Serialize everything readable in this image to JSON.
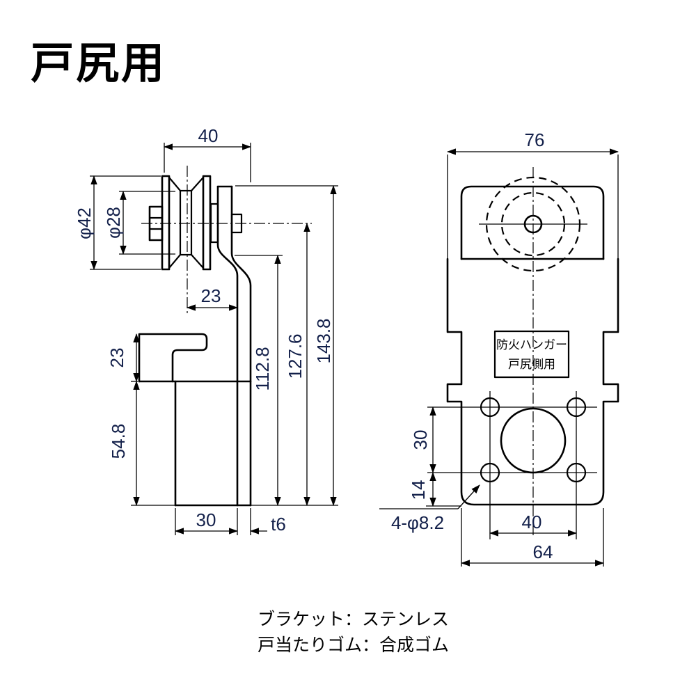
{
  "title": "戸尻用",
  "colors": {
    "line": "#000000",
    "dim_text": "#13204a",
    "background": "#ffffff"
  },
  "side_view": {
    "dims": {
      "top_width": "40",
      "roller_diameter": "φ42",
      "groove_diameter": "φ28",
      "center_to_plate": "23",
      "stop_upper_height": "23",
      "stop_lower_height": "54.8",
      "stop_depth": "30",
      "plate_thickness": "t6",
      "height_to_step": "112.8",
      "height_to_center": "127.6",
      "total_height": "143.8"
    }
  },
  "front_view": {
    "dims": {
      "top_width": "76",
      "hole_pitch_vertical": "30",
      "hole_to_bottom": "14",
      "hole_pitch_horizontal": "40",
      "bottom_width": "64",
      "hole_callout": "4-φ8.2"
    },
    "label_plate": {
      "line1": "防火ハンガー",
      "line2": "戸尻側用"
    }
  },
  "notes": {
    "line1": "ブラケット：ステンレス",
    "line2": "戸当たりゴム：合成ゴム"
  }
}
